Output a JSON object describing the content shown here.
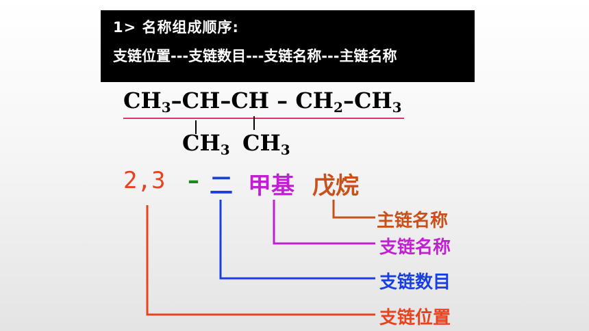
{
  "header": {
    "line1": "1>  名称组成顺序:",
    "line2": "支链位置---支链数目---支链名称---主链名称"
  },
  "formula": {
    "main_chain": [
      "CH",
      "3",
      "–CH–CH – CH",
      "2",
      "–CH",
      "3"
    ],
    "branch1": [
      "CH",
      "3"
    ],
    "branch2": [
      "CH",
      "3"
    ]
  },
  "name": {
    "position": "2,3",
    "dash": "–",
    "count": "二",
    "branch_name": "甲基",
    "main_name": "戊烷"
  },
  "labels": {
    "main_chain_name": "主链名称",
    "branch_name": "支链名称",
    "branch_count": "支链数目",
    "branch_position": "支链位置"
  },
  "colors": {
    "position": "#e8421f",
    "dash": "#1a8a1a",
    "count": "#1a3fe0",
    "branch_name": "#c020d0",
    "main_name": "#c8501a"
  }
}
